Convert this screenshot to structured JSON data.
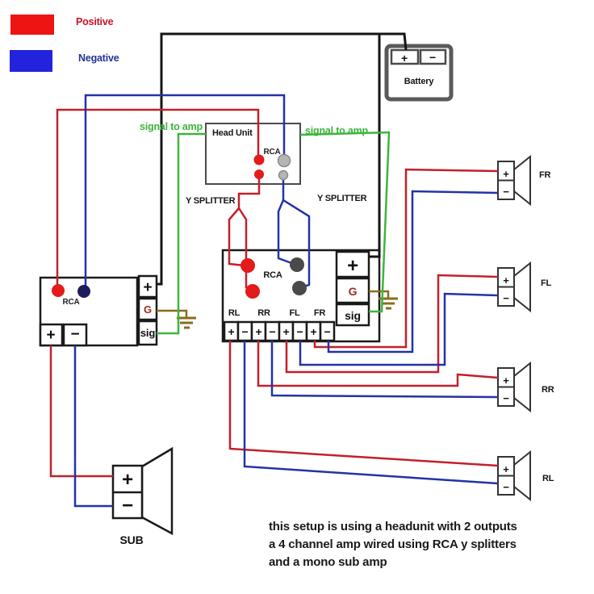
{
  "legend": {
    "positive": "Positive",
    "negative": "Negative"
  },
  "battery": {
    "label": "Battery",
    "plus_label": "+",
    "minus_label": "−"
  },
  "head_unit": {
    "title": "Head Unit",
    "rca_label": "RCA"
  },
  "annotations": {
    "signal_to_amp_left": "signal to amp",
    "signal_to_amp_right": "signal to amp",
    "y_splitter_left": "Y SPLITTER",
    "y_splitter_right": "Y SPLITTER"
  },
  "sub_amp": {
    "rca_label": "RCA",
    "power_label": "+",
    "ground_label": "G",
    "signal_label": "sig",
    "output_plus": "+",
    "output_minus": "−"
  },
  "main_amp": {
    "rca_label": "RCA",
    "power_label": "+",
    "ground_label": "G",
    "signal_label": "sig",
    "channel_labels": [
      "RL",
      "RR",
      "FL",
      "FR"
    ],
    "terminal_labels": [
      "+",
      "−",
      "+",
      "−",
      "+",
      "−",
      "+",
      "−"
    ]
  },
  "speakers": {
    "fr": "FR",
    "fl": "FL",
    "rr": "RR",
    "rl": "RL",
    "sub": "SUB",
    "terminal_plus": "+",
    "terminal_minus": "−"
  },
  "caption": {
    "line1": "this setup is using a headunit with 2 outputs",
    "line2": "a 4 channel amp wired using RCA y splitters",
    "line3": "and a mono sub amp"
  },
  "colors": {
    "positive_wire": "#c3202a",
    "negative_wire": "#2432a8",
    "signal_wire": "#3cb53c",
    "power_wire": "#141414",
    "ground_wire": "#8a6d1b",
    "legend_positive": "#ee1414",
    "legend_negative": "#2323dd",
    "rca_red": "#e31b1b",
    "rca_gray": "#b5b5b5",
    "rca_dark": "#4a4a4a",
    "rca_navy": "#1d1d5e"
  }
}
